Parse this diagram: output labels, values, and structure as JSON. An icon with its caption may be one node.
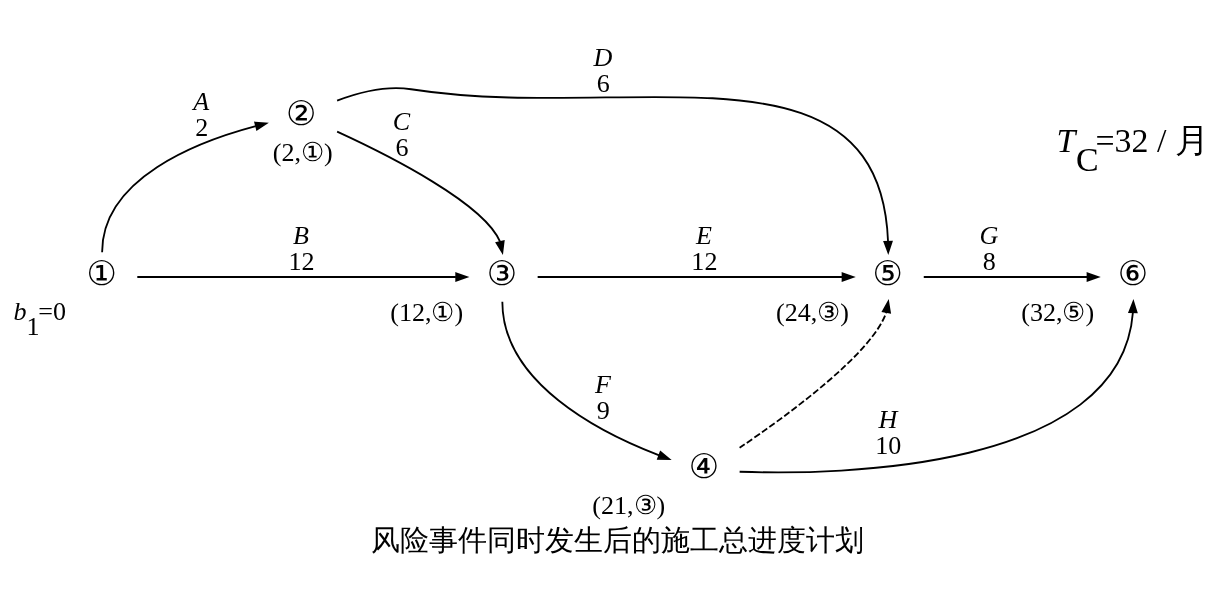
{
  "diagram": {
    "caption": "风险事件同时发生后的施工总进度计划",
    "nodes": [
      {
        "text": [
          "①"
        ],
        "beside": [
          "*b*$_{1}$=0"
        ]
      },
      {
        "text": [
          "②"
        ],
        "beside": [
          "(2,①)"
        ]
      },
      {
        "text": [
          "③"
        ],
        "beside": [
          "(12,①)"
        ]
      },
      {
        "text": [
          "④"
        ],
        "beside": [
          "(21,③)"
        ]
      },
      {
        "text": [
          "⑤"
        ],
        "beside": [
          "(24,③)"
        ]
      },
      {
        "text": [
          "⑥"
        ],
        "beside": [
          "(32,⑤)"
        ]
      }
    ],
    "edges": [
      {
        "from": 0,
        "to": 1,
        "arrow": "to",
        "label": "*A* 2"
      },
      {
        "from": 0,
        "to": 2,
        "arrow": "to",
        "label": "*B* 12"
      },
      {
        "from": 1,
        "to": 4,
        "arrow": "to",
        "label": "*D* 6"
      },
      {
        "from": 1,
        "to": 2,
        "arrow": "to",
        "label": "*C* 6"
      },
      {
        "from": 2,
        "to": 4,
        "arrow": "to",
        "label": "*E* 12"
      },
      {
        "from": 2,
        "to": 3,
        "arrow": "to",
        "label": "*F* 9"
      },
      {
        "from": 4,
        "to": 5,
        "arrow": "to",
        "label": "*G* 8"
      },
      {
        "from": 3,
        "to": 4,
        "arrow": "to",
        "style": "dashed"
      },
      {
        "from": 3,
        "to": 5,
        "arrow": "to",
        "label": "*H* 10"
      }
    ],
    "labels": [
      "*T*$_{C}$=32 / 月"
    ]
  }
}
